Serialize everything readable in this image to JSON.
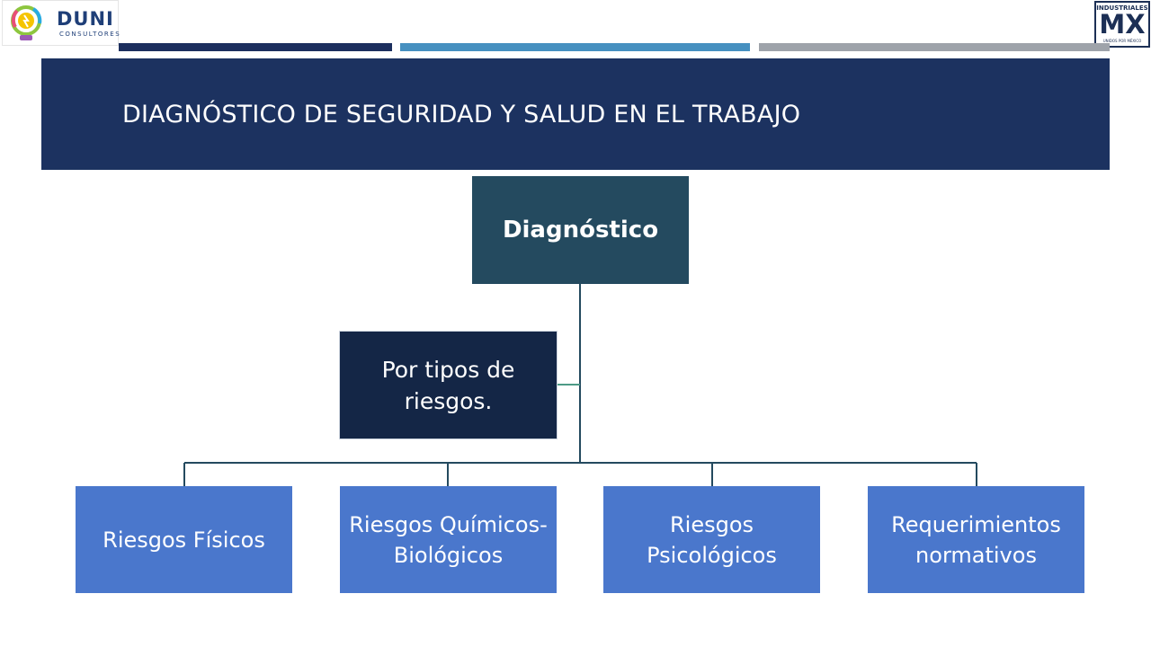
{
  "header": {
    "title": "DIAGNÓSTICO  DE SEGURIDAD Y SALUD  EN EL TRABAJO"
  },
  "logos": {
    "left": {
      "brand": "DUNI",
      "sub": "CONSULTORES"
    },
    "right": {
      "top": "INDUSTRIALES",
      "mid": "MX",
      "bottom": "UNIDOS POR MÉXICO"
    }
  },
  "diagram": {
    "root": "Diagnóstico",
    "assistant": "Por tipos de riesgos.",
    "children": [
      "Riesgos Físicos",
      "Riesgos Químicos-Biológicos",
      "Riesgos Psicológicos",
      "Requerimientos normativos"
    ]
  },
  "colors": {
    "title_band": "#1c3260",
    "root": "#244a5f",
    "assistant": "#142646",
    "children": "#4a77cc",
    "connector": "#244a5f",
    "assistant_connector": "#4d9a86"
  }
}
